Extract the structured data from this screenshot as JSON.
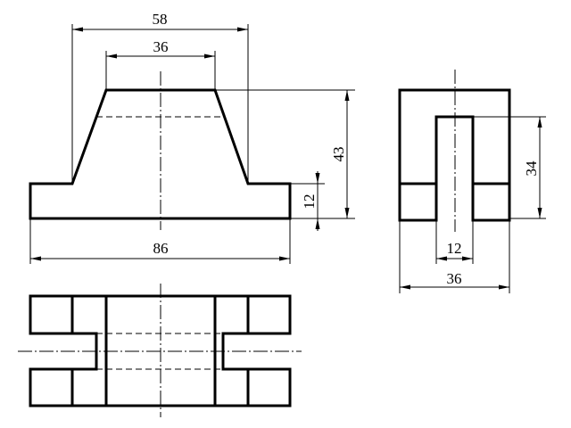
{
  "dimensions": {
    "front_top_outer_width": "58",
    "front_top_inner_width": "36",
    "front_total_height": "43",
    "front_base_height": "12",
    "front_total_width": "86",
    "side_slot_height": "34",
    "side_slot_width": "12",
    "side_total_width": "36"
  }
}
